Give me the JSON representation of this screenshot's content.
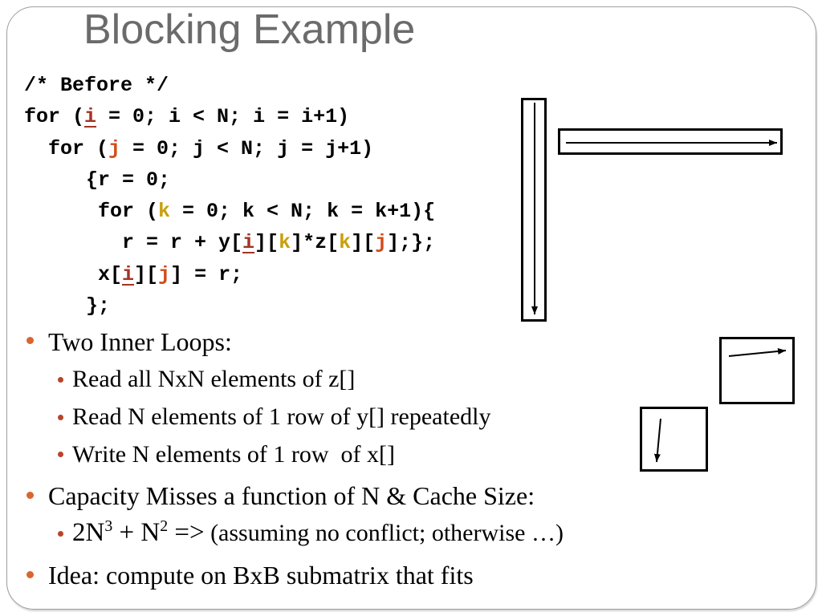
{
  "slide": {
    "title": "Blocking Example"
  },
  "code": {
    "lines": [
      {
        "segments": [
          {
            "text": "/* Before */"
          }
        ]
      },
      {
        "segments": [
          {
            "text": "for ("
          },
          {
            "text": "i"
          },
          {
            "text": " = 0; i < N; i = i+1)"
          }
        ]
      },
      {
        "segments": [
          {
            "text": "for ("
          },
          {
            "text": "j"
          },
          {
            "text": " = 0; j < N; j = j+1)"
          }
        ]
      },
      {
        "segments": [
          {
            "text": "{r = 0;"
          }
        ]
      },
      {
        "segments": [
          {
            "text": "for ("
          },
          {
            "text": "k"
          },
          {
            "text": " = 0; k < N; k = k+1){"
          }
        ]
      },
      {
        "segments": [
          {
            "text": "r = r + y["
          },
          {
            "text": "i"
          },
          {
            "text": "]["
          },
          {
            "text": "k"
          },
          {
            "text": "]*z["
          },
          {
            "text": "k"
          },
          {
            "text": "]["
          },
          {
            "text": "j"
          },
          {
            "text": "];};"
          }
        ]
      },
      {
        "segments": [
          {
            "text": "x["
          },
          {
            "text": "i"
          },
          {
            "text": "]["
          },
          {
            "text": "j"
          },
          {
            "text": "] = r;"
          }
        ]
      },
      {
        "segments": [
          {
            "text": "};"
          }
        ]
      }
    ]
  },
  "bullets": [
    {
      "text": "Two Inner Loops:",
      "sub": [
        {
          "text": "Read all NxN elements of z[]"
        },
        {
          "text": "Read N elements of 1 row of y[] repeatedly"
        },
        {
          "text": "Write N elements of 1 row  of x[]"
        }
      ]
    },
    {
      "text": "Capacity Misses a function of N & Cache Size:",
      "sub": [
        {
          "parts": [
            "2N",
            "3",
            " + N",
            "2",
            " =>",
            " (assuming no conflict; otherwise …)"
          ]
        }
      ]
    },
    {
      "text": "Idea: compute on BxB submatrix that fits"
    }
  ],
  "colors": {
    "title": "#6b6b6b",
    "var_i": "#a23426",
    "var_j": "#d24c1a",
    "var_k": "#c8a00c",
    "bullet": "#d9652f",
    "sub_bullet": "#b8452b"
  }
}
